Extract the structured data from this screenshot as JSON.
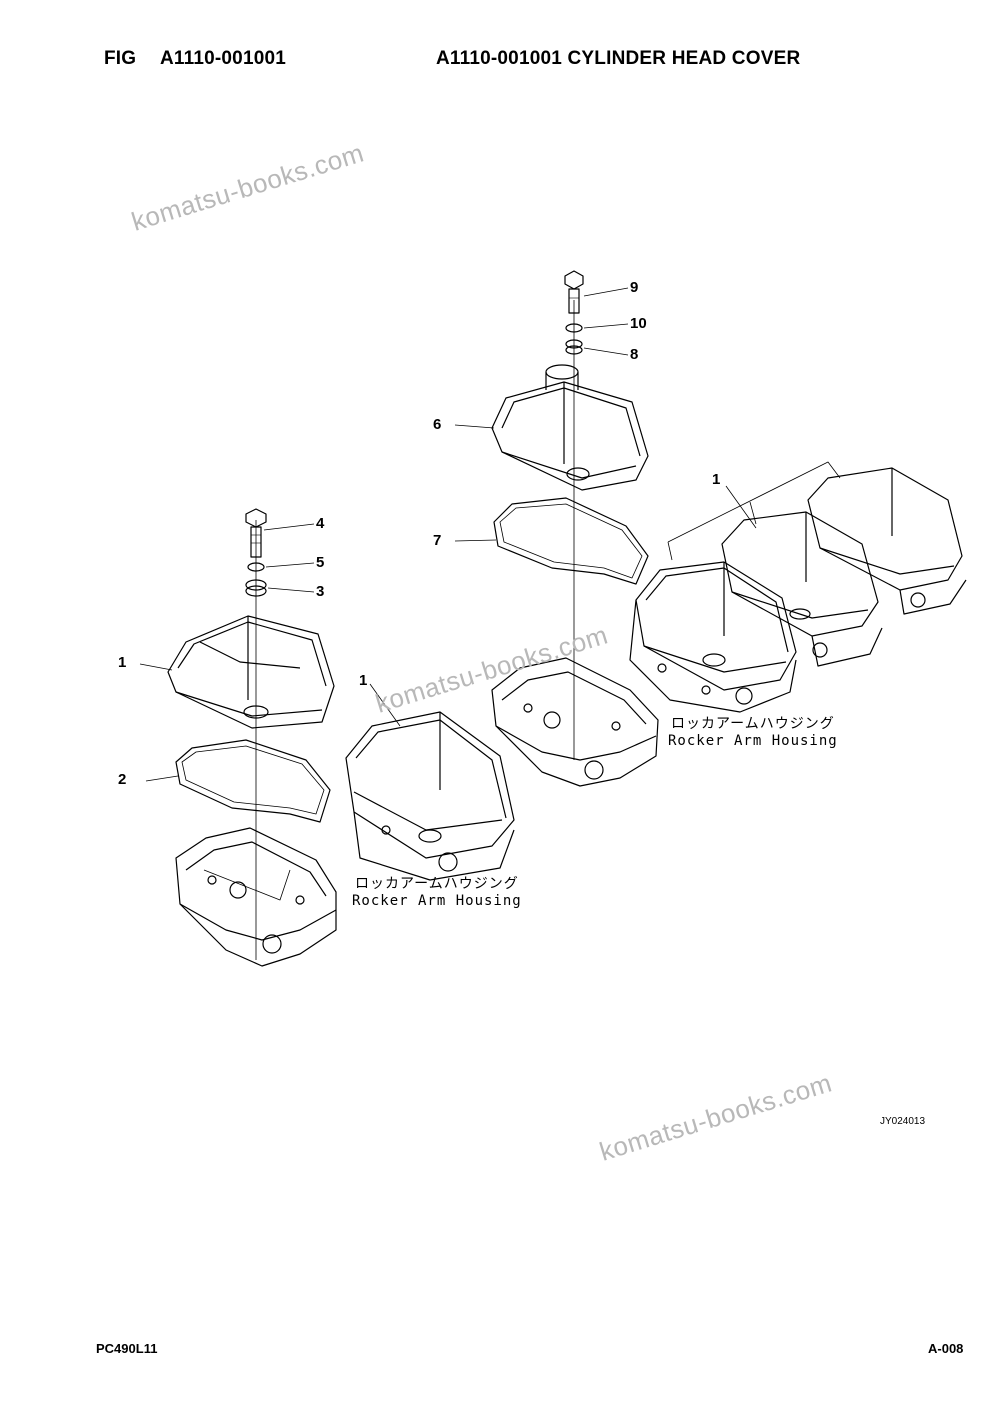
{
  "header": {
    "fig_label": "FIG",
    "fig_code": "A1110-001001",
    "title": "A1110-001001 CYLINDER HEAD COVER"
  },
  "watermarks": [
    "komatsu-books.com",
    "komatsu-books.com",
    "komatsu-books.com"
  ],
  "callouts": [
    "1",
    "2",
    "3",
    "4",
    "5",
    "1",
    "6",
    "7",
    "8",
    "9",
    "10",
    "1"
  ],
  "housing_labels": [
    {
      "jp": "ロッカアームハウジング",
      "en": "Rocker Arm Housing"
    },
    {
      "jp": "ロッカアームハウジング",
      "en": "Rocker Arm Housing"
    }
  ],
  "drawing_ref": "JY024013",
  "footer": {
    "model": "PC490L11",
    "page": "A-008"
  }
}
